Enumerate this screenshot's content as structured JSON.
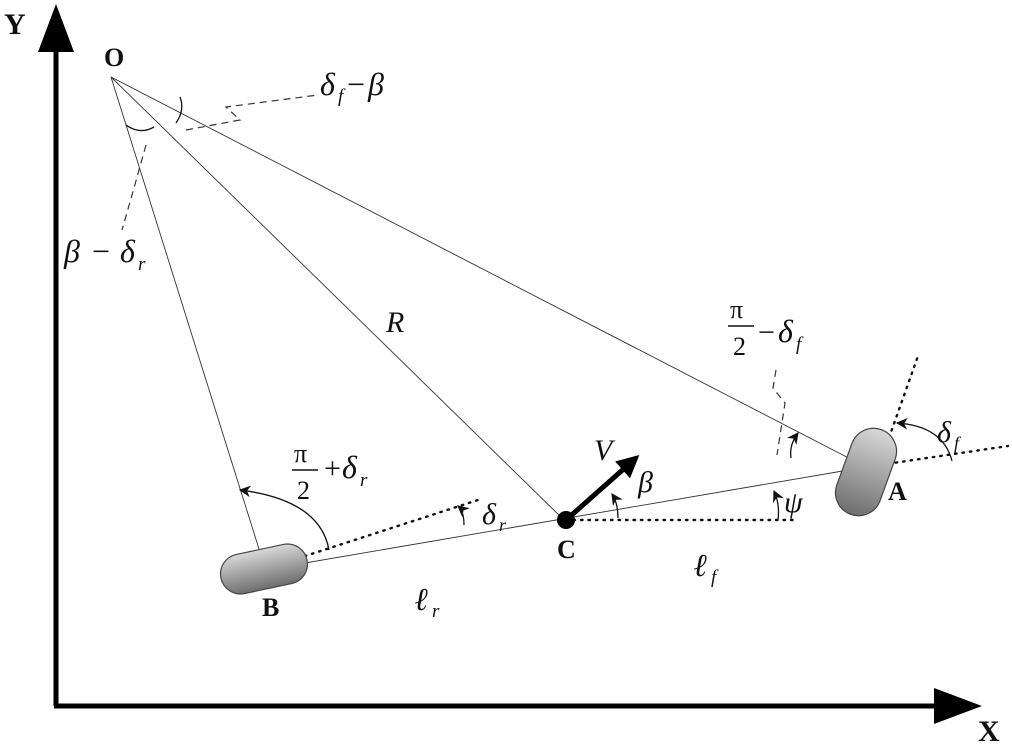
{
  "axes": {
    "x_label": "X",
    "y_label": "Y"
  },
  "points": {
    "O": "O",
    "A": "A",
    "B": "B",
    "C": "C"
  },
  "symbols": {
    "radius": "R",
    "velocity": "V",
    "beta": "β",
    "psi": "ψ",
    "delta": "δ",
    "sub_f": "f",
    "sub_r": "r",
    "ell": "ℓ",
    "pi": "π",
    "two": "2",
    "minus": "−",
    "plus": "+"
  },
  "colors": {
    "axis": "#000000",
    "line": "#333333",
    "wheel_fill": "#9a9a9a",
    "wheel_stroke": "#444444"
  }
}
